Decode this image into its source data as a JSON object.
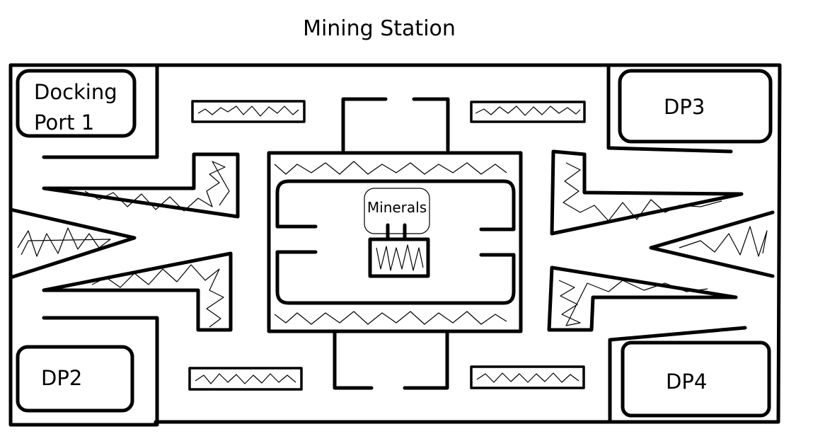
{
  "title": "Mining Station",
  "docking_ports": [
    {
      "id": "dp1",
      "label_line1": "Docking",
      "label_line2": "Port 1"
    },
    {
      "id": "dp2",
      "label": "DP2"
    },
    {
      "id": "dp3",
      "label": "DP3"
    },
    {
      "id": "dp4",
      "label": "DP4"
    }
  ],
  "center": {
    "label": "Minerals"
  }
}
